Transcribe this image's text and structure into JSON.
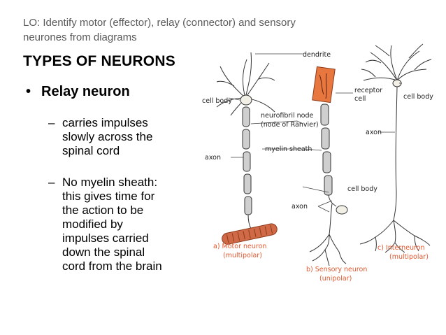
{
  "header": {
    "objective_line1": "LO: Identify motor (effector), relay (connector) and sensory",
    "objective_line2": "neurones from diagrams",
    "title": "TYPES OF NEURONS"
  },
  "content": {
    "bullet_marker": "•",
    "bullet": "Relay neuron",
    "dash": "–",
    "sub1_lines": [
      "carries impulses",
      "slowly across the",
      "spinal cord"
    ],
    "sub2_lines": [
      "No myelin sheath:",
      "this gives time for",
      "the action to be",
      "modified by",
      "impulses carried",
      "down the spinal",
      "cord from the brain"
    ]
  },
  "diagram": {
    "labels": {
      "dendrite": "dendrite",
      "cell_body_left": "cell body",
      "receptor_1": "receptor",
      "receptor_2": "cell",
      "cell_body_right": "cell body",
      "node_1": "neurofibril node",
      "node_2": "(node of Ranvier)",
      "axon_right": "axon",
      "myelin": "myelin sheath",
      "axon_left": "axon",
      "cell_body_mid": "cell body",
      "axon_mid": "axon"
    },
    "captions": {
      "motor_1": "a) Motor neuron",
      "motor_2": "(multipolar)",
      "sensory_1": "b) Sensory neuron",
      "sensory_2": "(unipolar)",
      "inter_1": "c) Interneuron",
      "inter_2": "(multipolar)"
    }
  },
  "colors": {
    "caption": "#e4572e",
    "myelin_fill": "#cfcfcf",
    "receptor_fill": "#e8763f",
    "muscle_fill": "#d06a46"
  }
}
